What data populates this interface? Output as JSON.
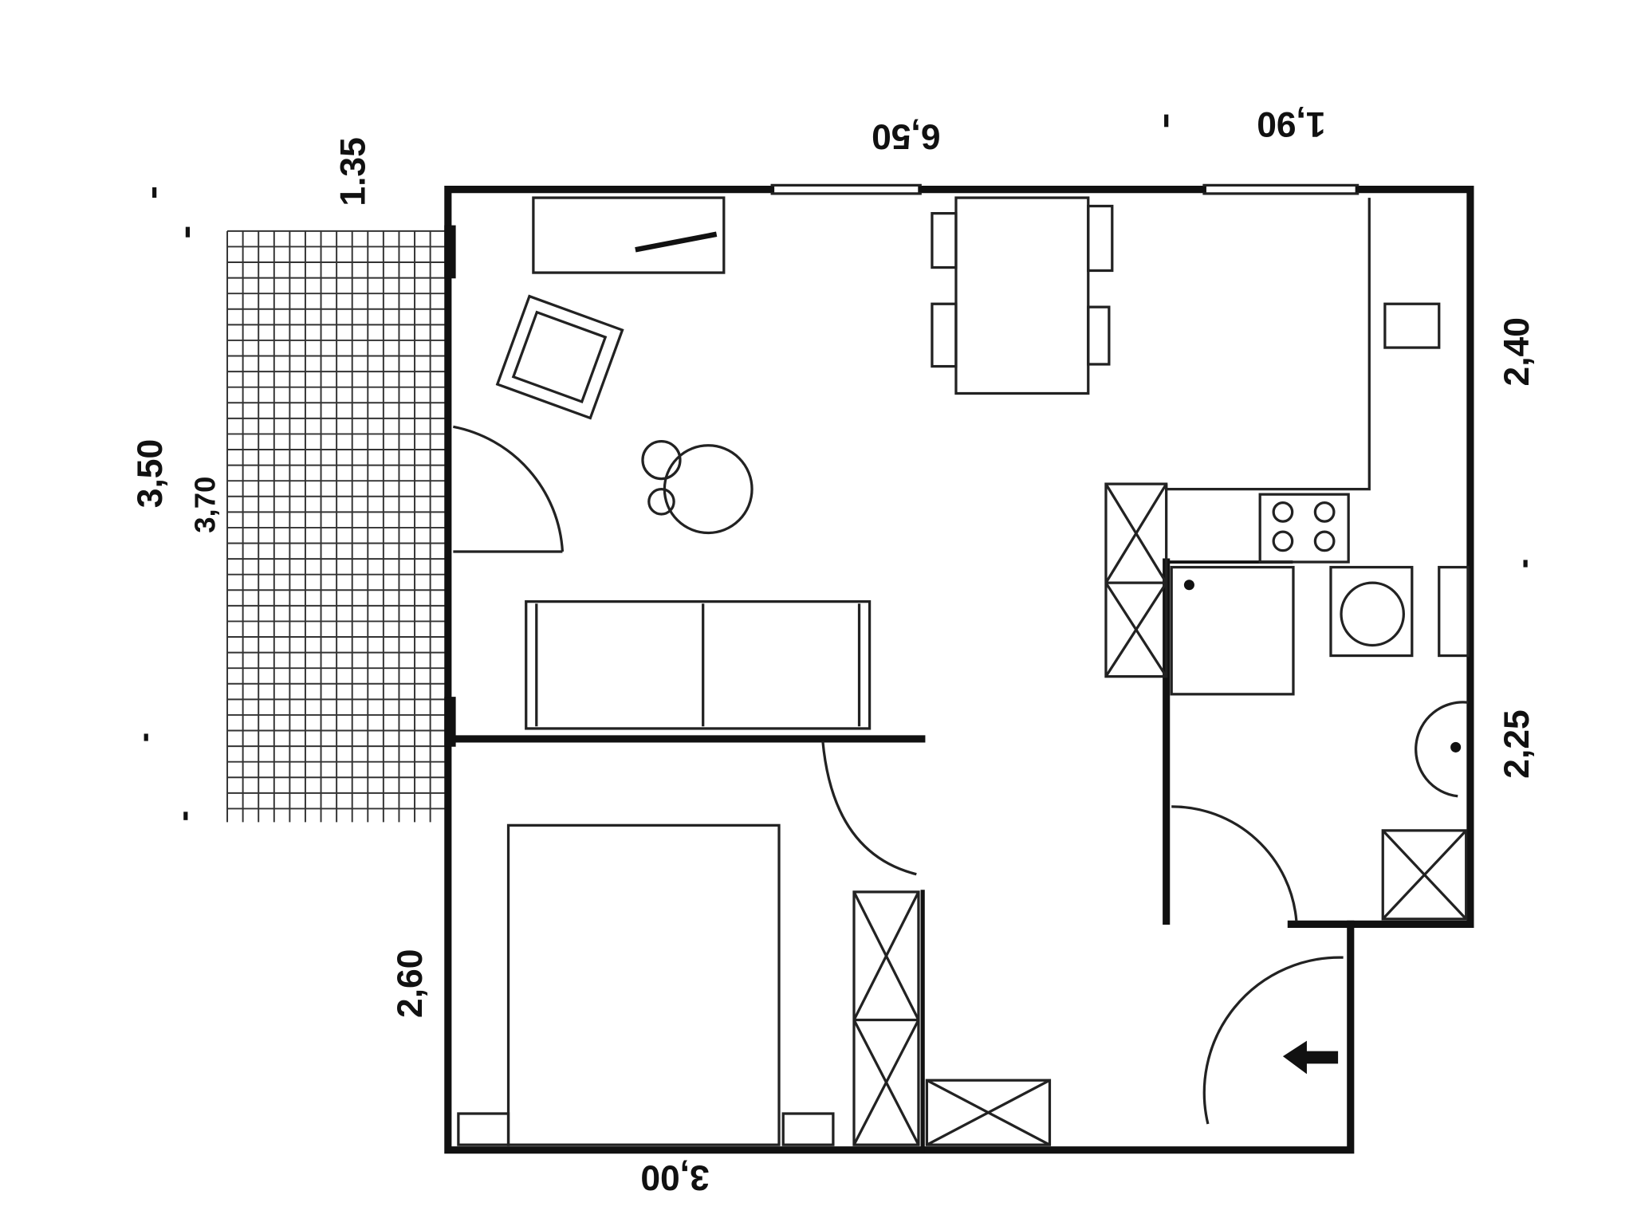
{
  "plan": {
    "dimensions": {
      "top_left_segment": "6,50",
      "top_right_segment": "1,90",
      "balcony_width": "1.35",
      "balcony_outer": "3,50",
      "balcony_inner": "3,70",
      "right_upper": "2,40",
      "right_lower": "2,25",
      "left_bedroom": "2,60",
      "bottom": "3,00"
    },
    "colors": {
      "ink": "#111111",
      "paper": "#ffffff"
    }
  }
}
